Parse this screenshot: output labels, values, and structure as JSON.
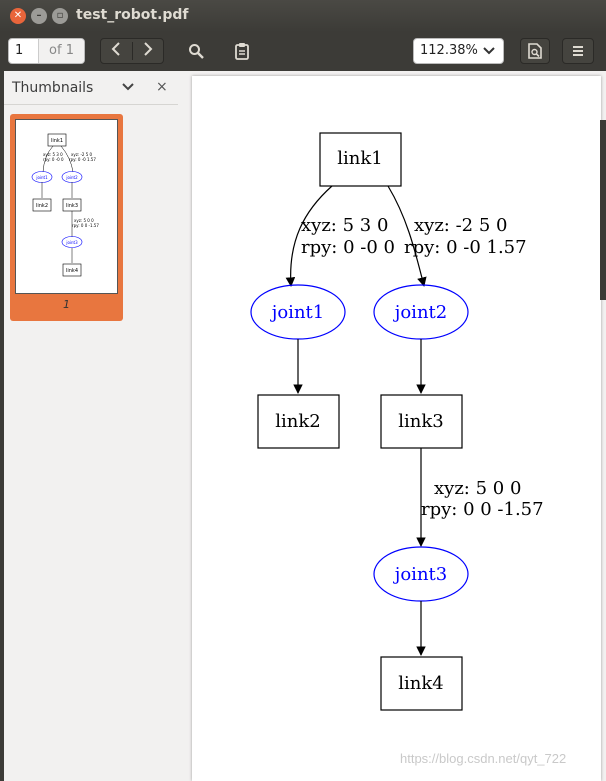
{
  "window": {
    "title": "test_robot.pdf"
  },
  "toolbar": {
    "page_current": "1",
    "page_total": "of 1",
    "zoom": "112.38%"
  },
  "sidebar": {
    "label": "Thumbnails",
    "thumb_page": "1"
  },
  "graph": {
    "links": [
      "link1",
      "link2",
      "link3",
      "link4"
    ],
    "joints": [
      "joint1",
      "joint2",
      "joint3"
    ],
    "edge_labels": {
      "j1_xyz": "xyz: 5 3 0",
      "j1_rpy": "rpy: 0 -0 0",
      "j2_xyz": "xyz: -2 5 0",
      "j2_rpy": "rpy: 0 -0 1.57",
      "j3_xyz": "xyz: 5 0 0",
      "j3_rpy": "rpy: 0 0 -1.57"
    }
  },
  "watermark": "https://blog.csdn.net/qyt_722",
  "colors": {
    "joint": "#0000ff",
    "thumb_highlight": "#e8763f"
  }
}
